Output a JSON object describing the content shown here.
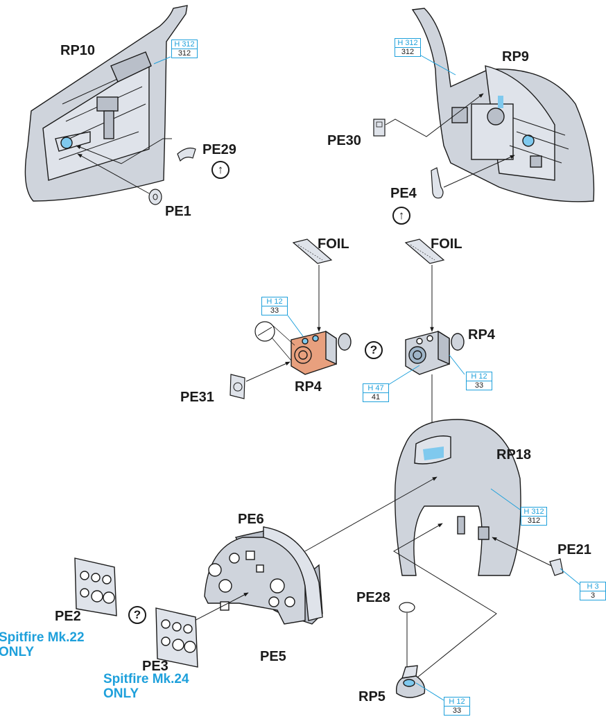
{
  "parts": {
    "rp10": "RP10",
    "rp9": "RP9",
    "pe29": "PE29",
    "pe1": "PE1",
    "pe30": "PE30",
    "pe4": "PE4",
    "foil_left": "FOIL",
    "foil_right": "FOIL",
    "rp4_left": "RP4",
    "rp4_right": "RP4",
    "pe31": "PE31",
    "rp18": "RP18",
    "pe6": "PE6",
    "pe21": "PE21",
    "pe2": "PE2",
    "pe3": "PE3",
    "pe5": "PE5",
    "pe28": "PE28",
    "rp5": "RP5"
  },
  "notes": {
    "mk22_line1": "Spitfire Mk.22",
    "mk22_line2": "ONLY",
    "mk24_line1": "Spitfire Mk.24",
    "mk24_line2": "ONLY"
  },
  "symbols": {
    "option_left": "?",
    "option_mid": "?",
    "bend_icon": "bend-arrow-icon"
  },
  "paint_codes": [
    {
      "top": "H 312",
      "bottom": "312"
    },
    {
      "top": "H 312",
      "bottom": "312"
    },
    {
      "top": "H 12",
      "bottom": "33"
    },
    {
      "top": "H 12",
      "bottom": "33"
    },
    {
      "top": "H 47",
      "bottom": "41"
    },
    {
      "top": "H 312",
      "bottom": "312"
    },
    {
      "top": "H 3",
      "bottom": "3"
    },
    {
      "top": "H 12",
      "bottom": "33"
    }
  ],
  "colors": {
    "accent_blue": "#1ea0db",
    "part_gray": "#cfd4dc",
    "highlight_blue": "#7fc9ee",
    "copper": "#e8a07e",
    "ink": "#1a1a1a"
  }
}
